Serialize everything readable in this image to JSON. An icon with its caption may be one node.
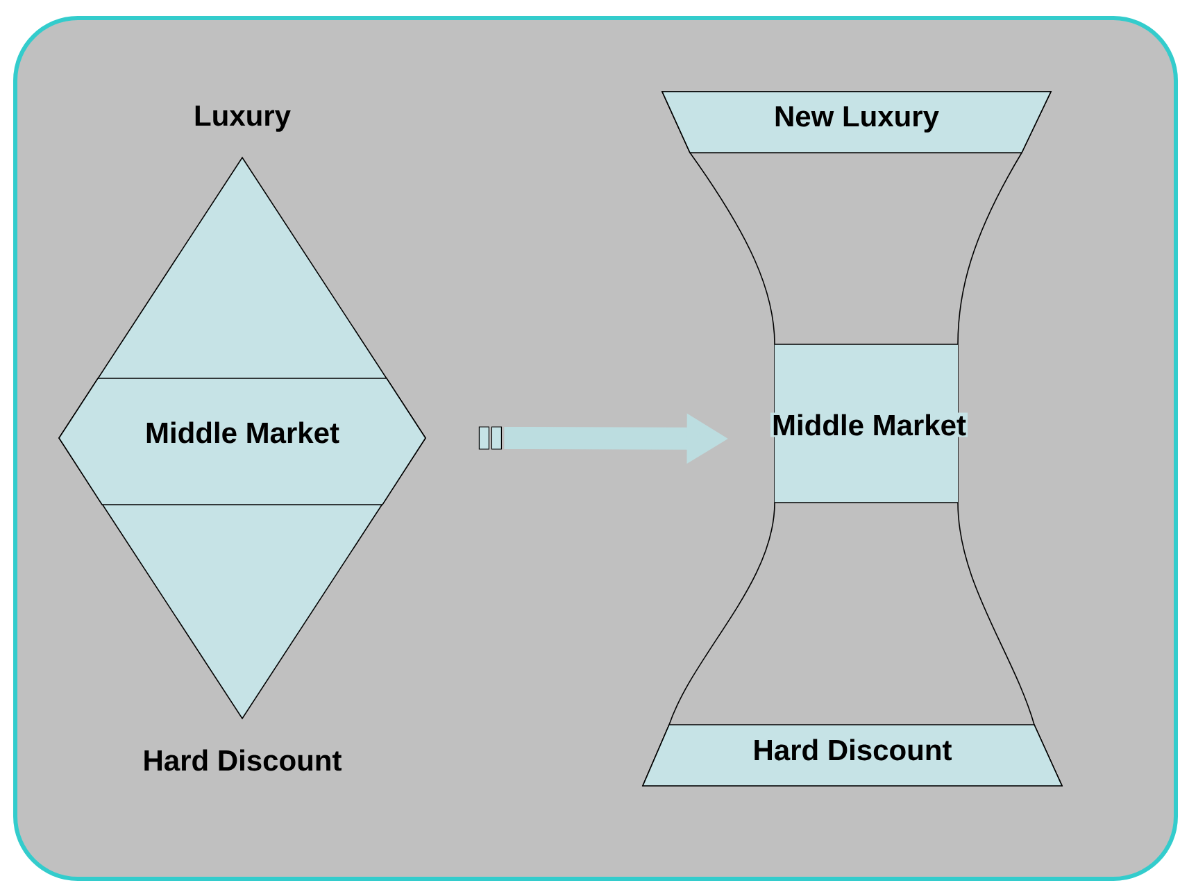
{
  "diagram": {
    "nodes": [
      {
        "text": [],
        "shape": "diamond",
        "beside": [
          "Luxury",
          "Hard Discount"
        ]
      },
      {
        "text": [
          "Middle Market"
        ],
        "in": 0
      },
      {
        "text": [],
        "shape": "hourglass"
      },
      {
        "text": [
          "New Luxury"
        ],
        "in": 2
      },
      {
        "text": [
          "Middle Market"
        ],
        "in": 2
      },
      {
        "text": [
          "Hard Discount"
        ],
        "in": 2
      }
    ],
    "edges": [
      {
        "from": 0,
        "to": 2,
        "arrow": "to"
      }
    ]
  }
}
